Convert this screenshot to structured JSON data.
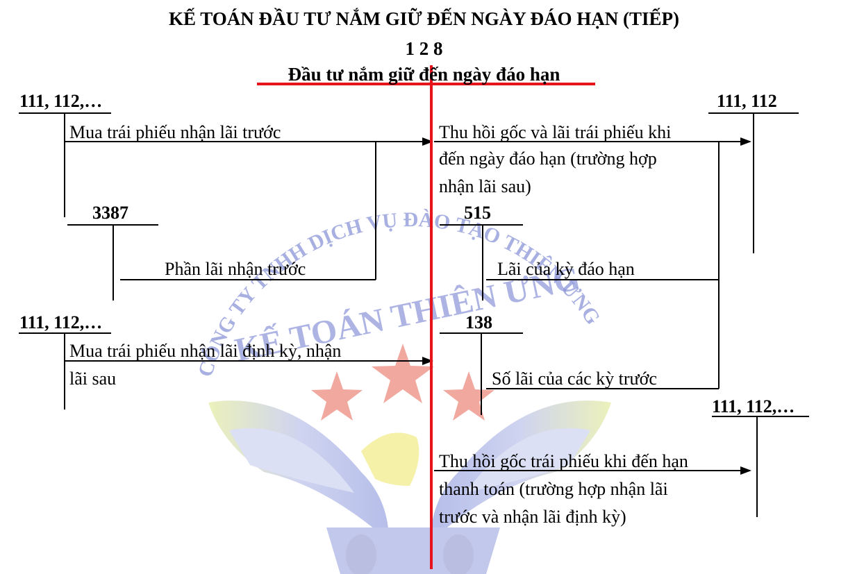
{
  "title": "KẾ TOÁN ĐẦU TƯ NẮM GIỮ ĐẾN NGÀY ĐÁO HẠN (TIẾP)",
  "main_account": {
    "code": "1 2 8",
    "name": "Đầu tư nắm giữ đến ngày đáo hạn"
  },
  "accounts": {
    "left_top": "111, 112,…",
    "left_3387": "3387",
    "left_bottom": "111, 112,…",
    "right_top": "111, 112",
    "right_515": "515",
    "right_138": "138",
    "right_bottom": "111, 112,…"
  },
  "entries": {
    "buy_prepaid": "Mua trái phiếu nhận lãi trước",
    "prepaid_interest": "Phần lãi nhận trước",
    "buy_periodic_line1": "Mua trái phiếu nhận lãi định kỳ, nhận",
    "buy_periodic_line2": "lãi sau",
    "recover_line1": "Thu hồi gốc và lãi trái phiếu khi",
    "recover_line2": "đến ngày đáo hạn (trường hợp",
    "recover_line3": "nhận lãi sau)",
    "maturity_interest": "Lãi của kỳ đáo hạn",
    "prior_interest": "Số lãi của các kỳ trước",
    "principal_line1": "Thu hồi gốc trái phiếu khi đến hạn",
    "principal_line2": "thanh toán (trường hợp nhận lãi",
    "principal_line3": "trước và nhận lãi định kỳ)"
  },
  "watermark": {
    "arc_text": "CÔNG TY TNHH DỊCH VỤ ĐÀO TẠO THIÊN ƯNG",
    "brand_text": "KẾ TOÁN THIÊN ƯNG"
  },
  "colors": {
    "main_axis": "#e8141c",
    "lines": "#000000"
  }
}
